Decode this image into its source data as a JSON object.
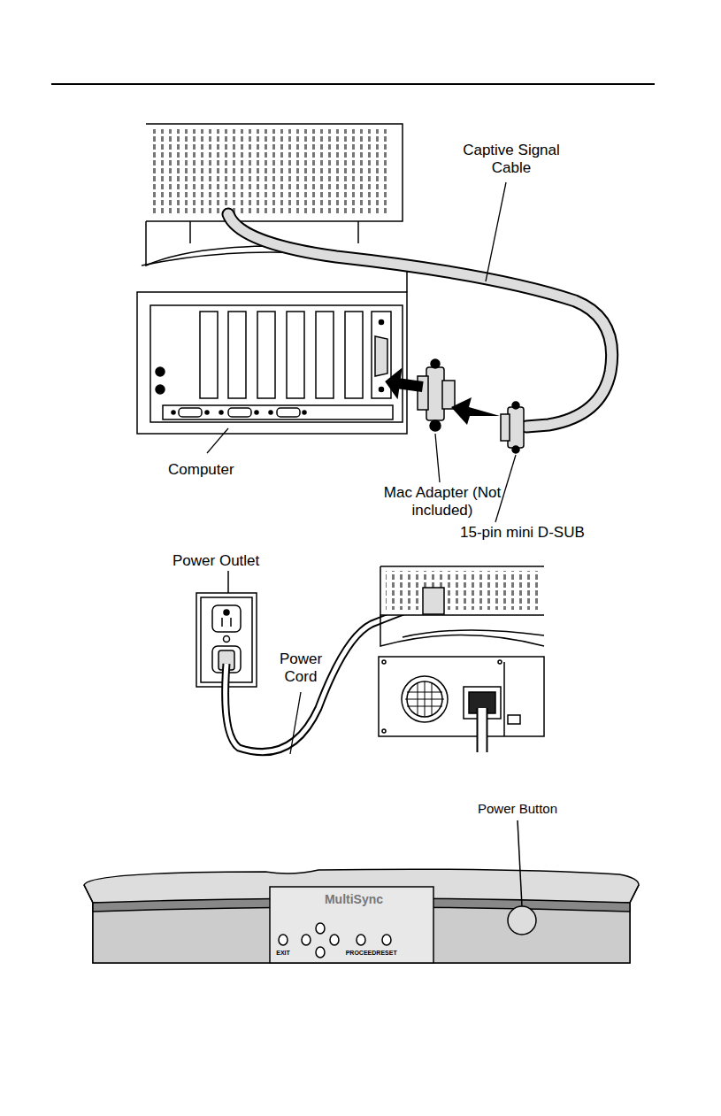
{
  "diagram": {
    "labels": [
      "Captive Signal Cable",
      "Computer",
      "Mac Adapter (Not included)",
      "15-pin mini D-SUB",
      "Power Outlet",
      "Power Cord",
      "Power Button",
      "MultiSync",
      "EXIT",
      "PROCEED",
      "RESET"
    ]
  }
}
